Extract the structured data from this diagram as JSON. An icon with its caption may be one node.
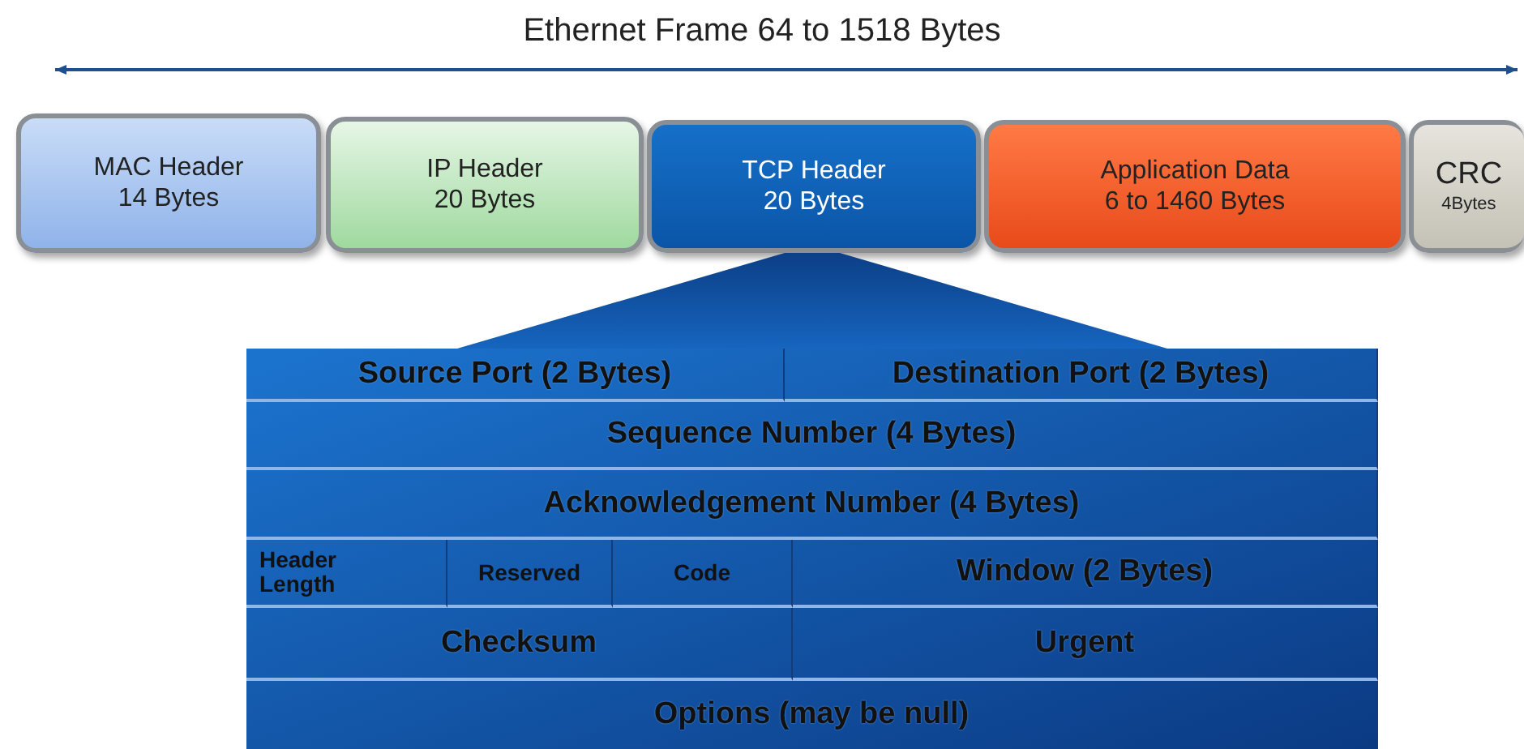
{
  "diagram": {
    "title": "Ethernet Frame 64 to 1518 Bytes",
    "nodes": [
      {
        "text": [
          "MAC Header",
          "14 Bytes"
        ]
      },
      {
        "text": [
          "IP Header",
          "20 Bytes"
        ]
      },
      {
        "text": [
          "TCP Header",
          "20 Bytes"
        ]
      },
      {
        "text": [
          "Application Data",
          "6 to 1460 Bytes"
        ]
      },
      {
        "text": [
          "CRC",
          "4Bytes"
        ]
      },
      {
        "text": [],
        "shape": "trapezoid"
      },
      {
        "text": [
          "Source Port (2 Bytes)"
        ]
      },
      {
        "text": [
          "Destination Port (2 Bytes)"
        ]
      },
      {
        "text": [
          "Sequence Number (4 Bytes)"
        ]
      },
      {
        "text": [
          "Acknowledgement Number (4 Bytes)"
        ]
      },
      {
        "text": [
          "Header Length"
        ]
      },
      {
        "text": [
          "Reserved"
        ]
      },
      {
        "text": [
          "Code"
        ]
      },
      {
        "text": [
          "Window (2 Bytes)"
        ]
      },
      {
        "text": [
          "Checksum"
        ]
      },
      {
        "text": [
          "Urgent"
        ]
      },
      {
        "text": [
          "Options (may be null)"
        ]
      }
    ]
  }
}
